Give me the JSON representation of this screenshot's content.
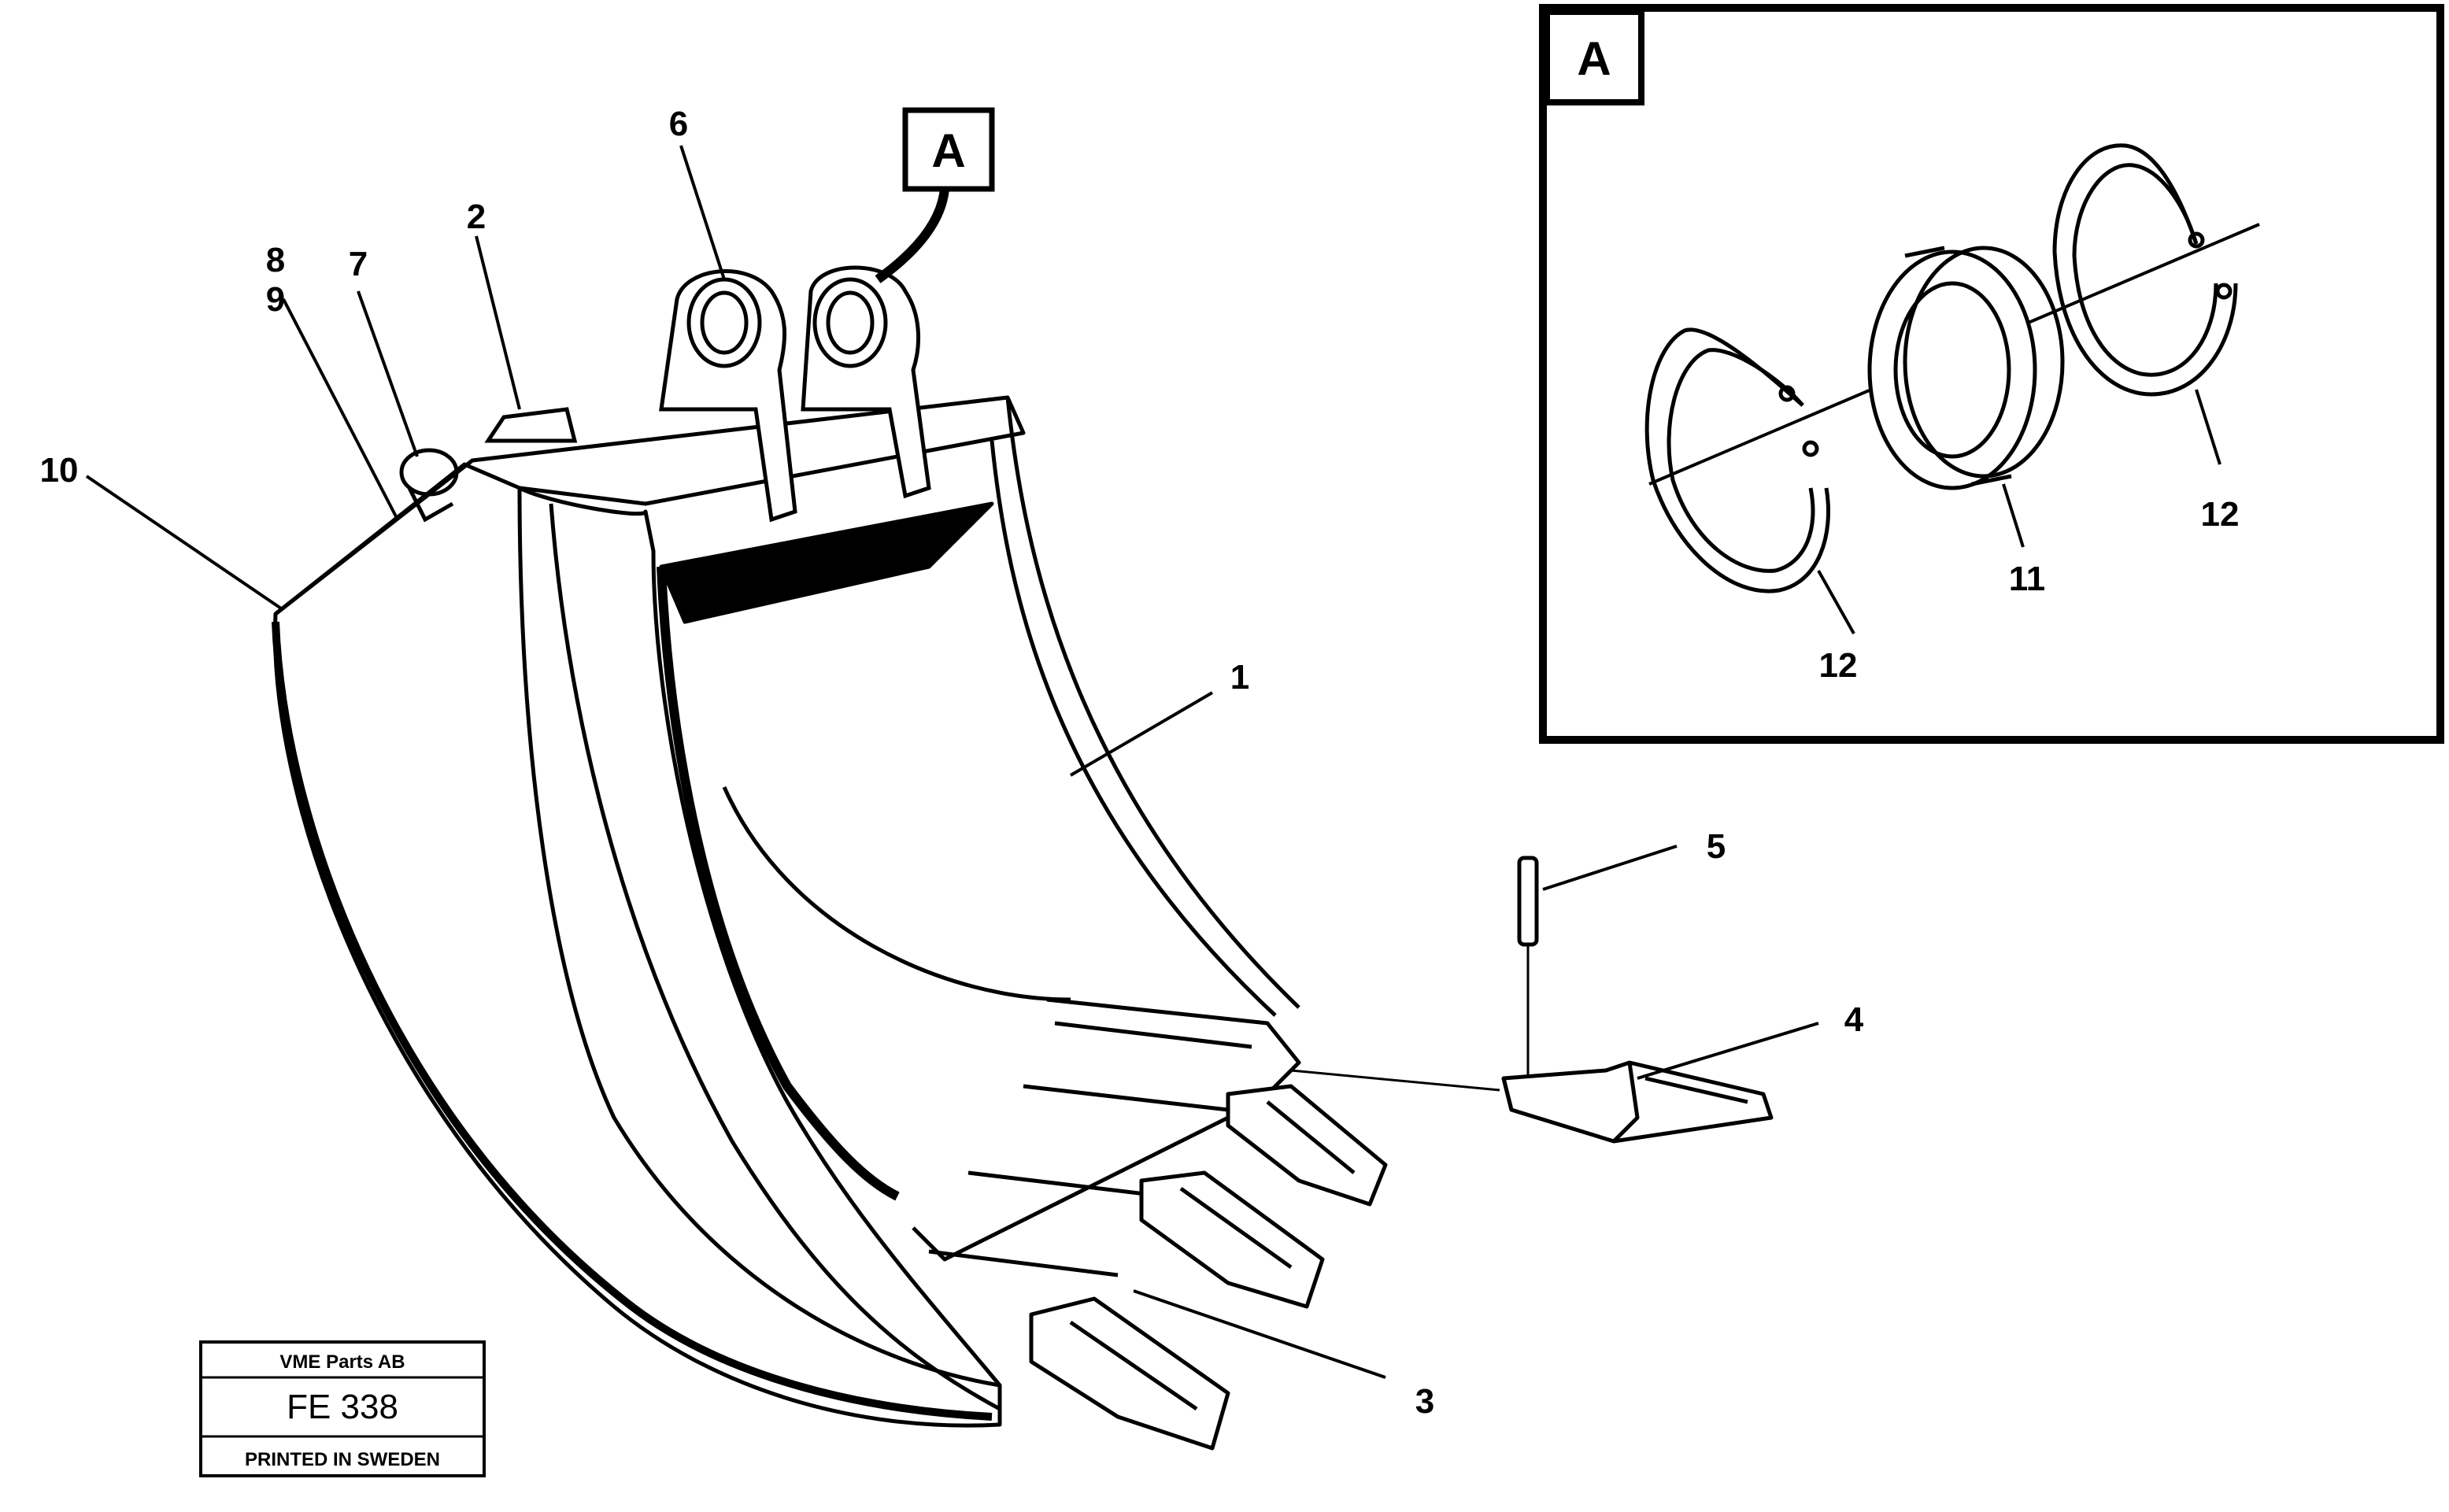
{
  "callouts": {
    "c1": "1",
    "c2": "2",
    "c3": "3",
    "c4": "4",
    "c5": "5",
    "c6": "6",
    "c7": "7",
    "c8": "8",
    "c9": "9",
    "c10": "10",
    "c11": "11",
    "c12a": "12",
    "c12b": "12"
  },
  "detail_tag": "A",
  "inset_tag": "A",
  "stamp": {
    "company": "VME Parts AB",
    "code": "FE 338",
    "printed": "PRINTED IN SWEDEN"
  }
}
